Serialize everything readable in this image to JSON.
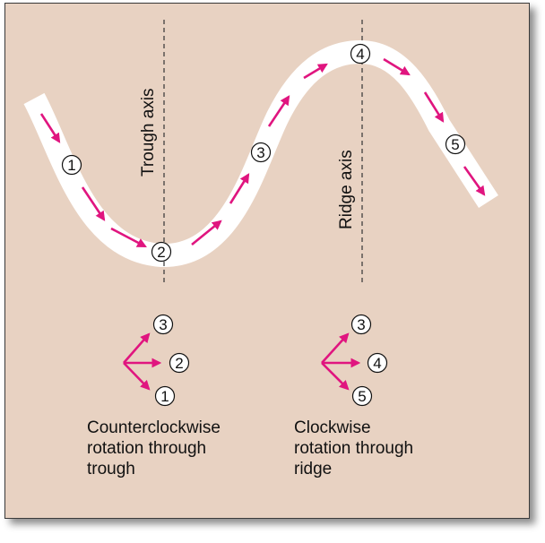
{
  "axes": {
    "trough_label": "Trough axis",
    "ridge_label": "Ridge axis"
  },
  "path_markers": [
    "1",
    "2",
    "3",
    "4",
    "5"
  ],
  "trough_rotation": {
    "markers": [
      "3",
      "2",
      "1"
    ],
    "caption": [
      "Counterclockwise",
      "rotation through",
      "trough"
    ]
  },
  "ridge_rotation": {
    "markers": [
      "3",
      "4",
      "5"
    ],
    "caption": [
      "Clockwise",
      "rotation through",
      "ridge"
    ]
  },
  "colors": {
    "background": "#e8d2c2",
    "flow_band": "#ffffff",
    "arrow": "#e0157f",
    "axis_line": "#333333"
  },
  "icons": {
    "flow_arrow": "magenta-arrow-icon",
    "marker": "circled-number-icon"
  }
}
